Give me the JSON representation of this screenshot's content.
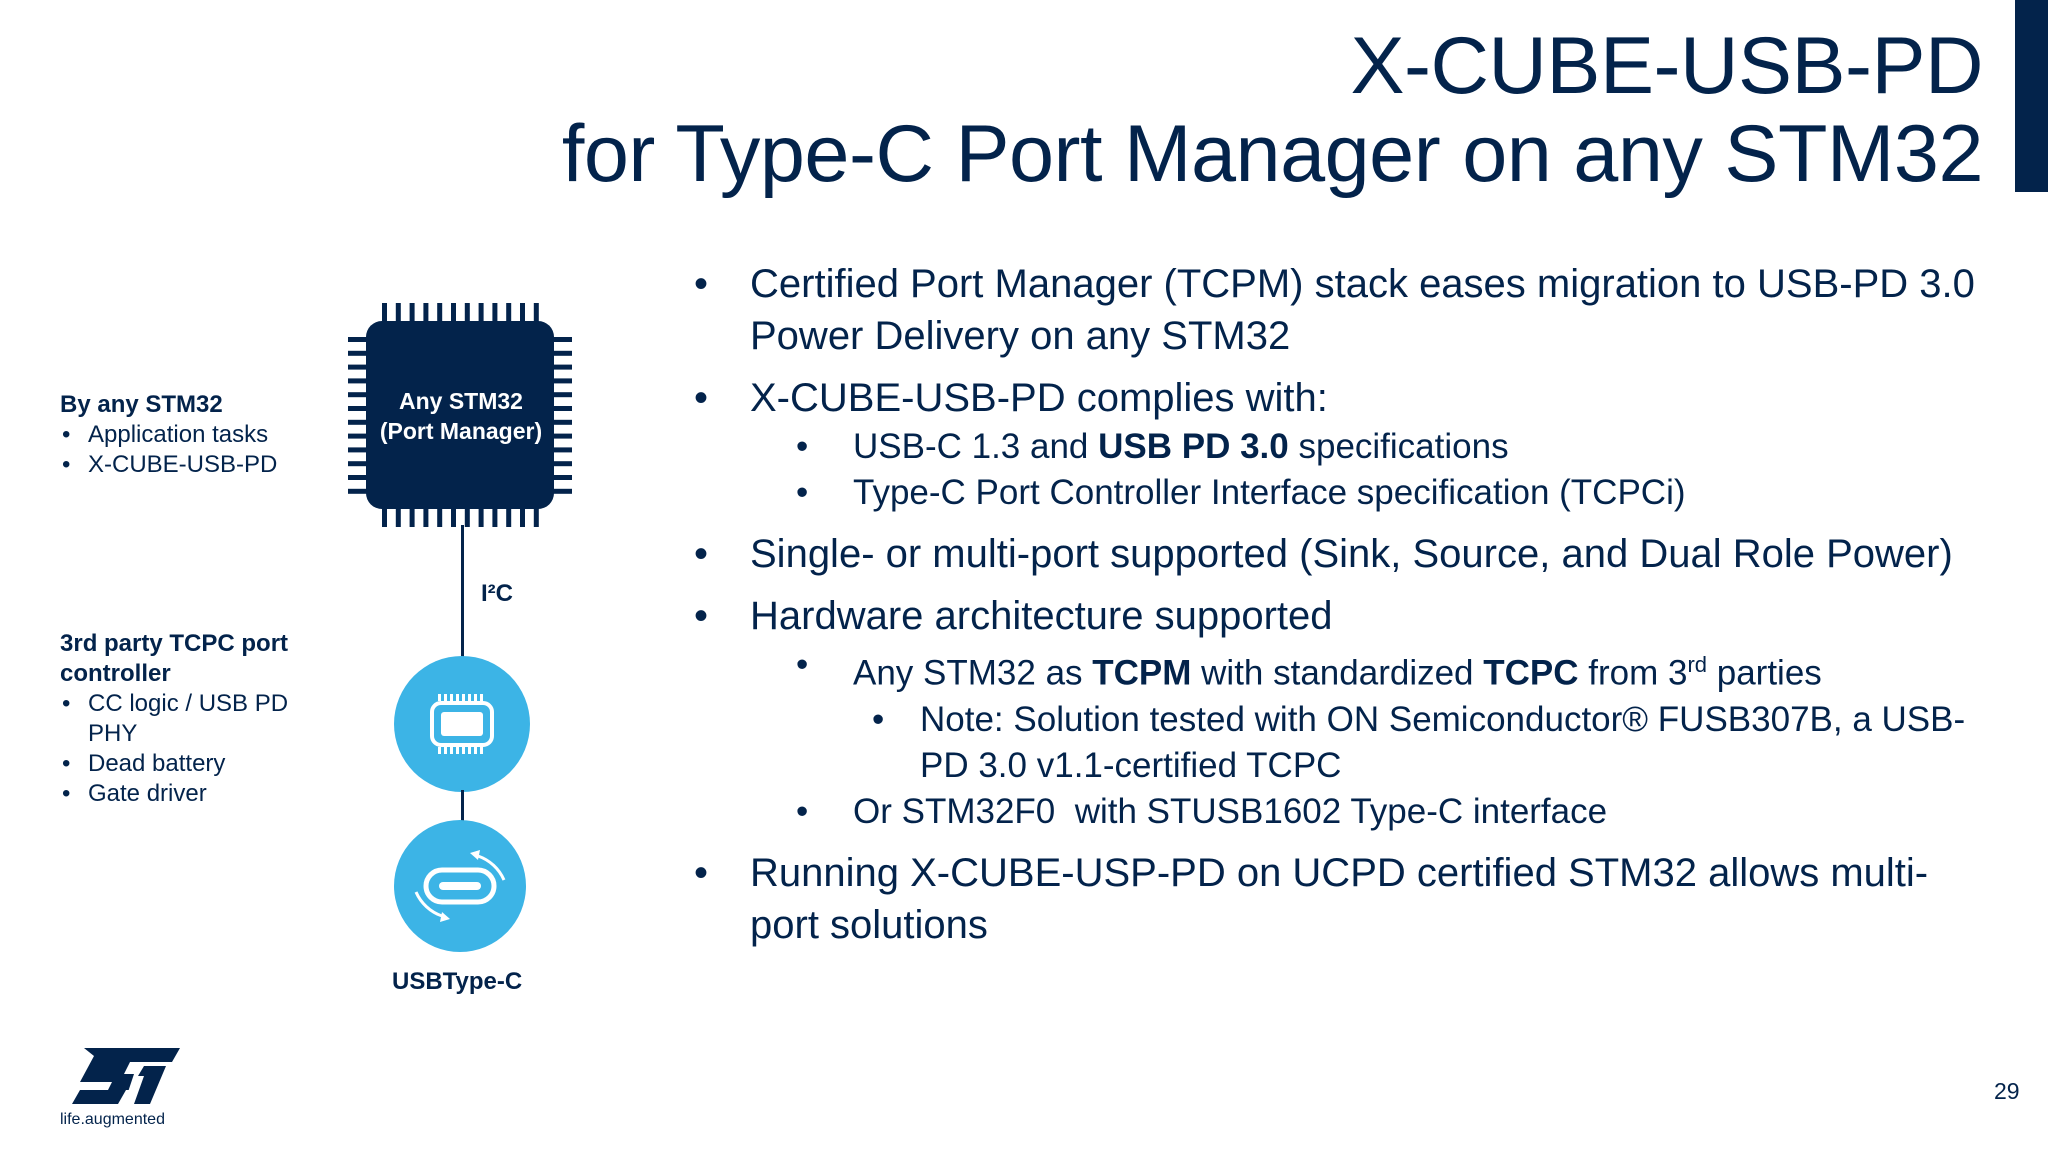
{
  "title": {
    "line1": "X-CUBE-USB-PD",
    "line2": "for Type-C Port Manager on any STM32"
  },
  "left_labels": {
    "stm32": {
      "heading": "By any STM32",
      "items": [
        "Application tasks",
        "X-CUBE-USB-PD"
      ]
    },
    "tcpc": {
      "heading": "3rd party TCPC port controller",
      "items": [
        "CC logic / USB PD PHY",
        "Dead battery",
        "Gate driver"
      ]
    }
  },
  "diagram": {
    "chip_line1": "Any STM32",
    "chip_line2": "(Port Manager)",
    "bus_label": "I²C",
    "usb_label": "USBType-C"
  },
  "bullets": {
    "b1": "Certified Port Manager (TCPM) stack eases migration to USB-PD 3.0 Power Delivery on any STM32",
    "b2": "X-CUBE-USB-PD complies with:",
    "b2_1": {
      "pre": "USB-C 1.3 and ",
      "bold": "USB PD 3.0",
      "post": " specifications"
    },
    "b2_2": "Type-C Port Controller Interface specification (TCPCi)",
    "b3": "Single- or multi-port supported (Sink, Source, and Dual Role Power)",
    "b4": "Hardware architecture supported",
    "b4_1": {
      "pre": "Any STM32 as ",
      "bold1": "TCPM",
      "mid": " with standardized ",
      "bold2": "TCPC",
      "from": " from 3",
      "sup": "rd",
      "post": " parties"
    },
    "b4_1_1": "Note: Solution tested with ON Semiconductor® FUSB307B, a USB-PD 3.0 v1.1-certified TCPC",
    "b4_2": "Or STM32F0  with STUSB1602 Type-C interface",
    "b5": "Running X-CUBE-USP-PD on UCPD certified STM32 allows multi-port solutions",
    "bullet_char": "•"
  },
  "footer": {
    "logo_text": "ST",
    "tagline": "life.augmented",
    "page_number": "29"
  },
  "colors": {
    "navy": "#03234b",
    "light_blue": "#3cb4e6"
  }
}
